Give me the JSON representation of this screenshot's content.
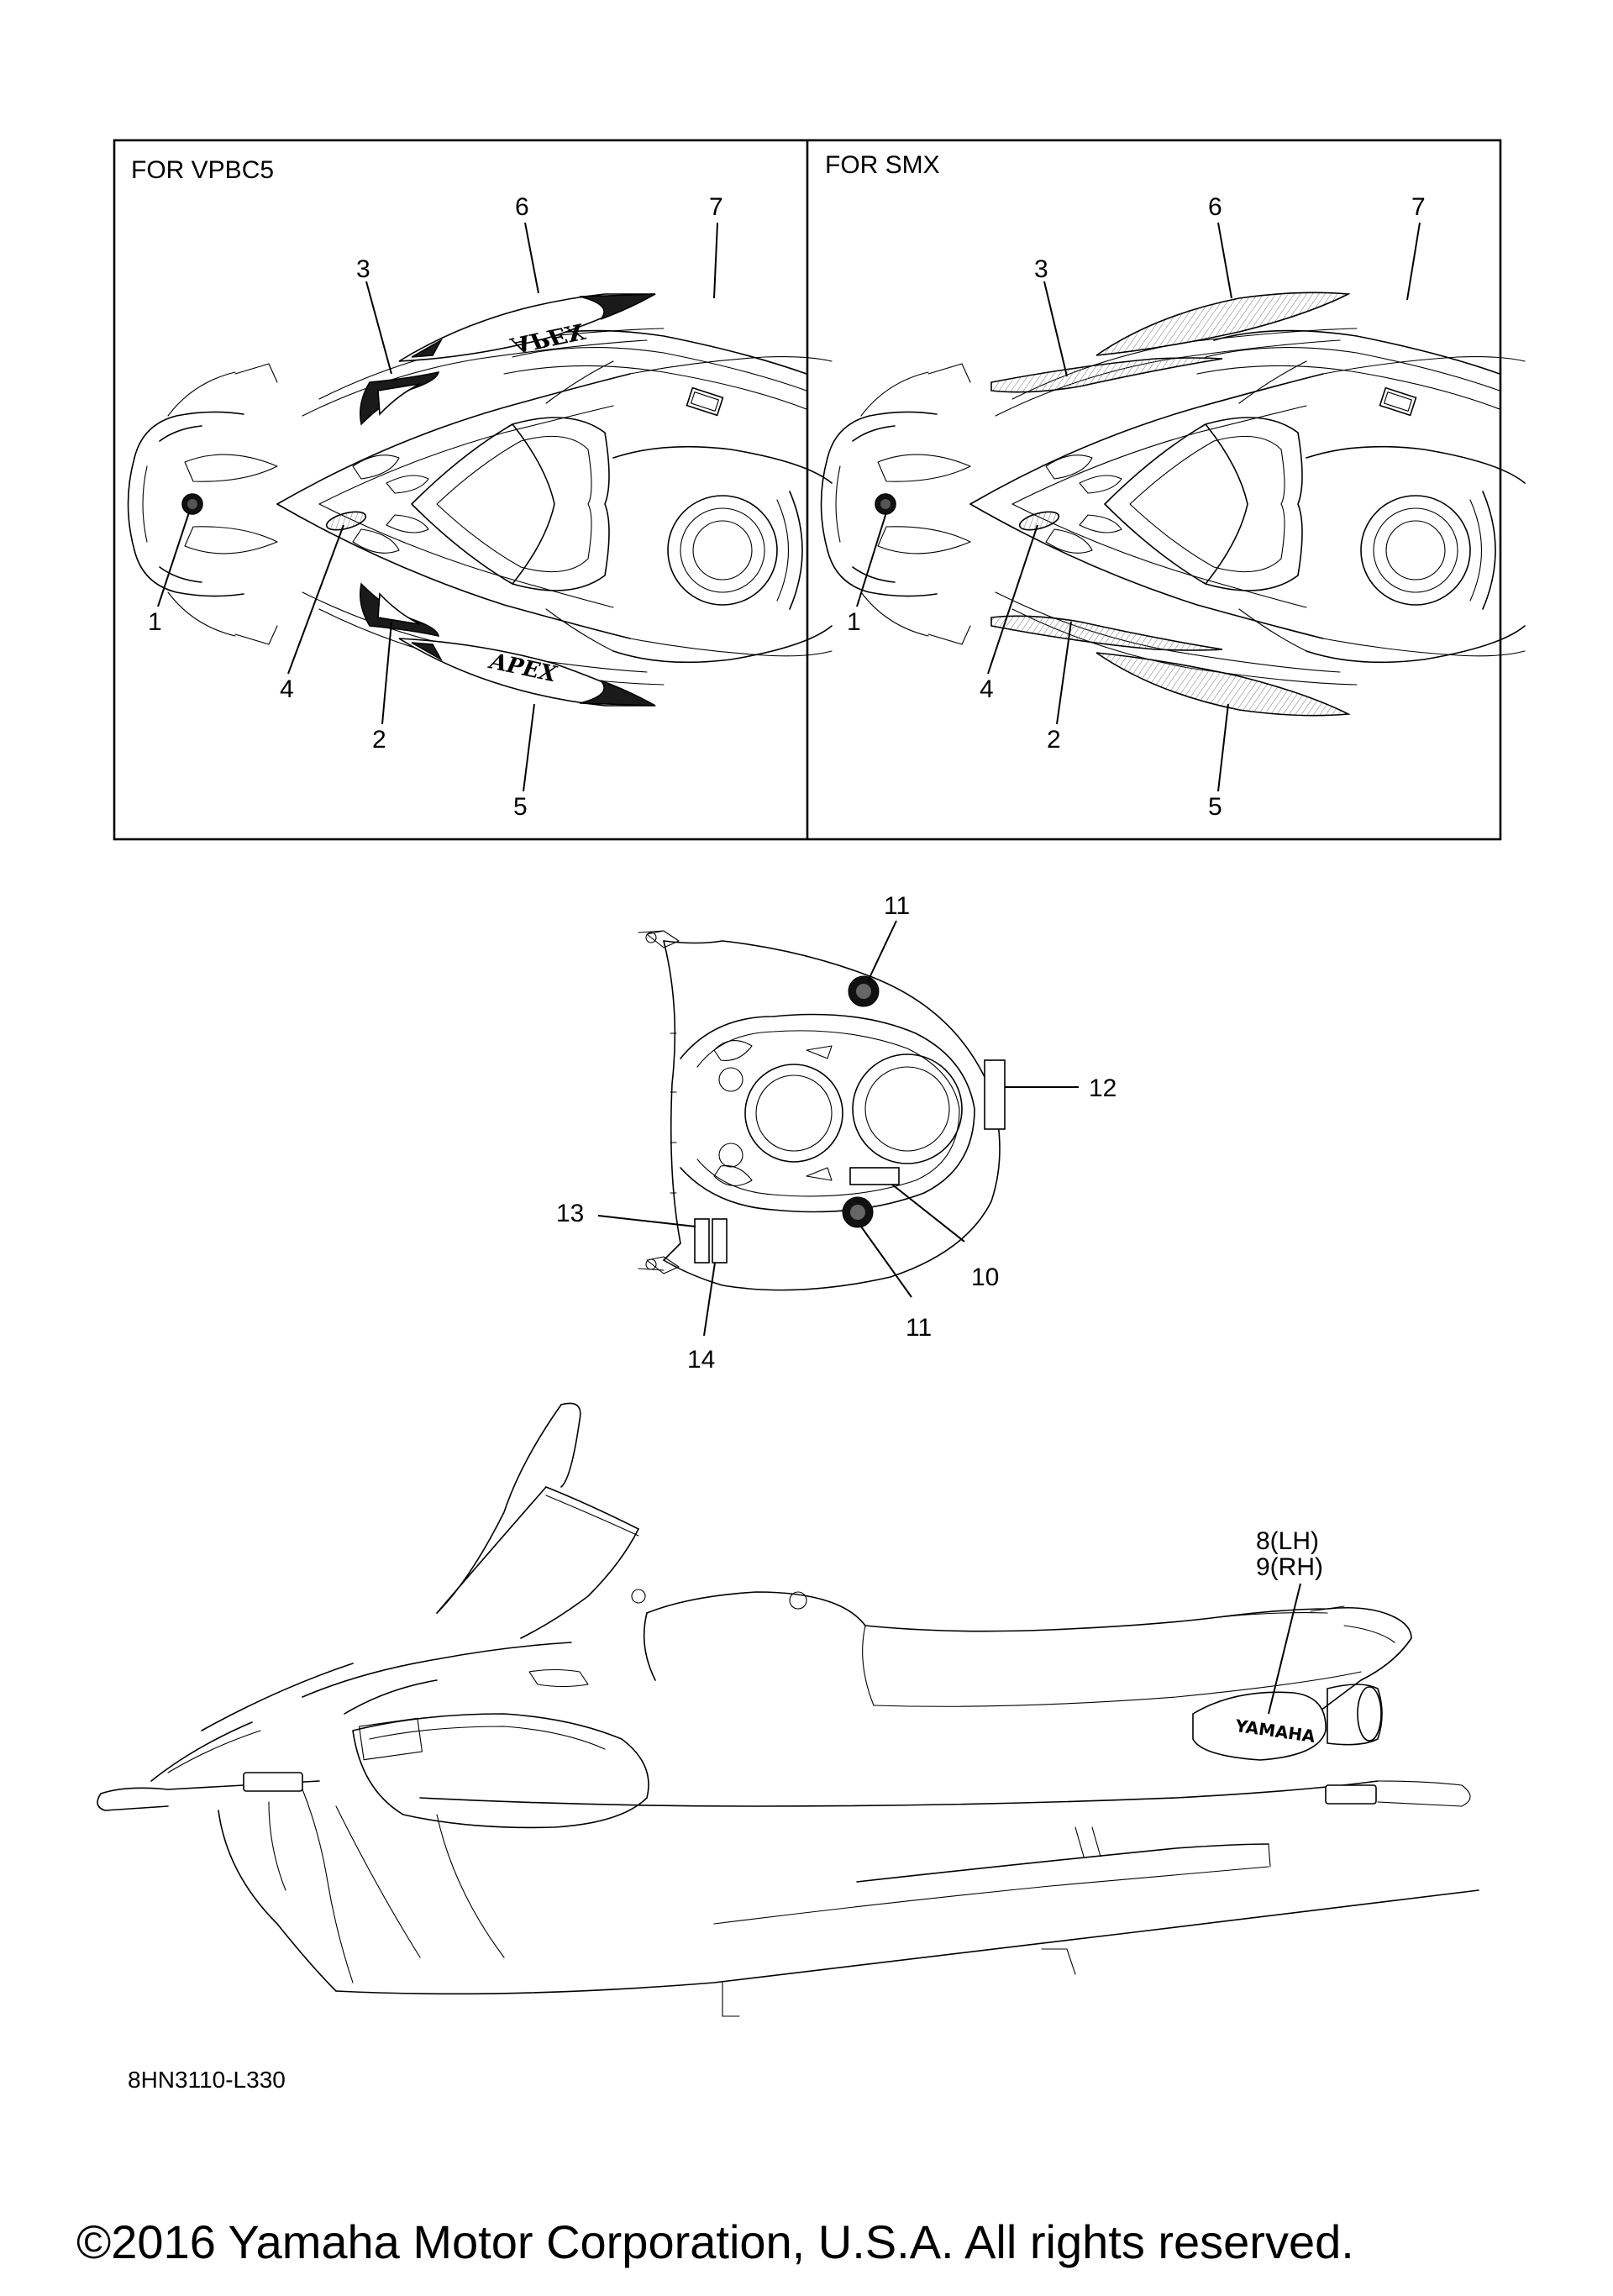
{
  "panels": {
    "left_title": "FOR VPBC5",
    "right_title": "FOR SMX"
  },
  "callouts": {
    "vpbc5": {
      "c1": "1",
      "c2": "2",
      "c3": "3",
      "c4": "4",
      "c5": "5",
      "c6": "6",
      "c7": "7"
    },
    "smx": {
      "c1": "1",
      "c2": "2",
      "c3": "3",
      "c4": "4",
      "c5": "5",
      "c6": "6",
      "c7": "7"
    },
    "top_view": {
      "c10": "10",
      "c11a": "11",
      "c11b": "11",
      "c12": "12",
      "c13": "13",
      "c14": "14"
    },
    "side_view": {
      "lh": "8(LH)",
      "rh": "9(RH)"
    }
  },
  "decal_text": {
    "apex_upper": "APEX",
    "apex_lower": "APEX",
    "brand": "YAMAHA"
  },
  "drawing_code": "8HN3110-L330",
  "copyright": "©2016 Yamaha Motor Corporation, U.S.A. All rights reserved."
}
